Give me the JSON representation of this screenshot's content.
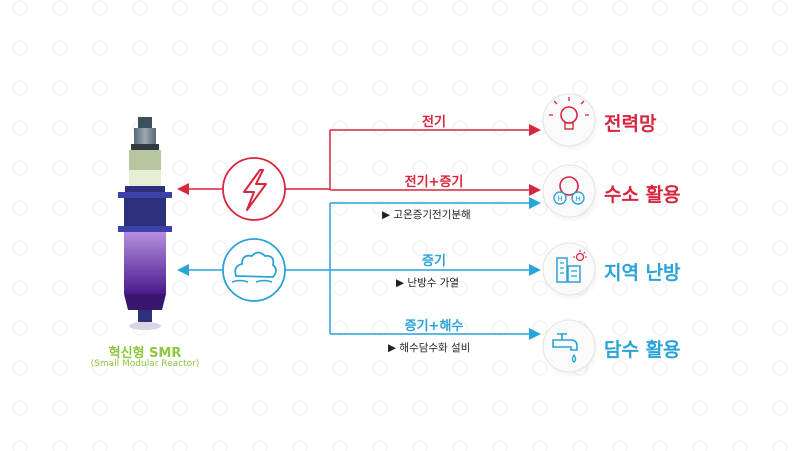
{
  "reactor": {
    "title": "혁신형 SMR",
    "subtitle": "(Small Modular Reactor)"
  },
  "sources": [
    {
      "icon": "lightning-bolt-icon",
      "color": "#d7263d"
    },
    {
      "icon": "steam-cloud-icon",
      "color": "#29a3d8"
    }
  ],
  "flows": [
    {
      "label": "전기",
      "sub": "",
      "color": "#d7263d"
    },
    {
      "label": "전기+증기",
      "sub": "▶ 고온증기전기분해",
      "color": "#d7263d"
    },
    {
      "label": "증기",
      "sub": "▶ 난방수 가열",
      "color": "#29a3d8"
    },
    {
      "label": "증기+해수",
      "sub": "▶ 해수담수화 설비",
      "color": "#29a3d8"
    }
  ],
  "targets": [
    {
      "label": "전력망",
      "icon": "light-bulb-icon",
      "color": "#d7263d"
    },
    {
      "label": "수소 활용",
      "icon": "hydrogen-molecule-icon",
      "color": "#d7263d"
    },
    {
      "label": "지역 난방",
      "icon": "district-heating-icon",
      "color": "#29a3d8"
    },
    {
      "label": "담수 활용",
      "icon": "water-tap-icon",
      "color": "#29a3d8"
    }
  ]
}
